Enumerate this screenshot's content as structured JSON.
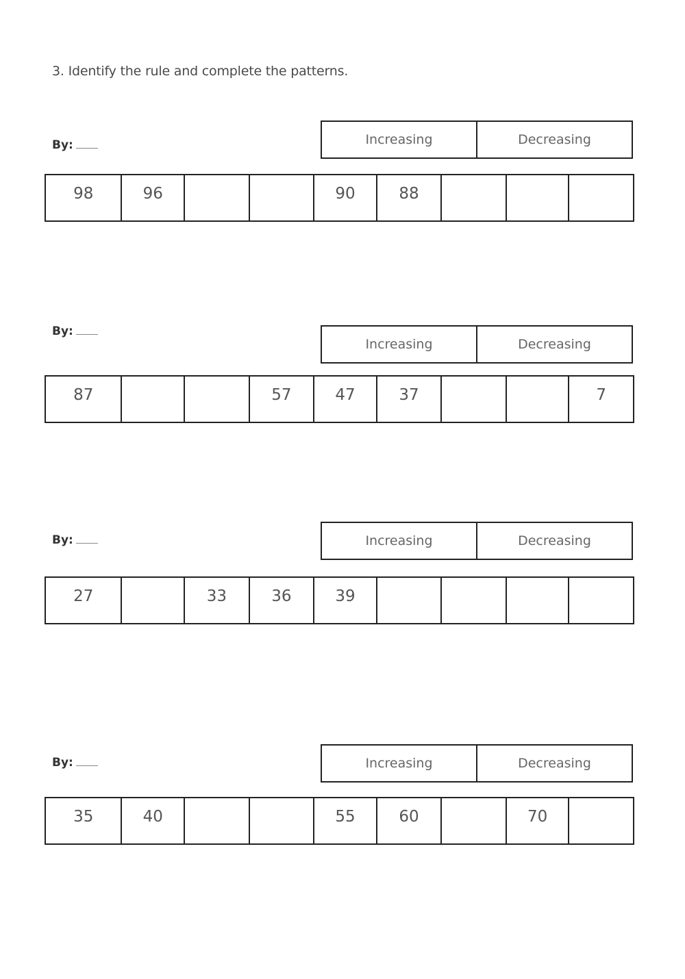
{
  "title": "3. Identify the rule and complete the patterns.",
  "patterns": [
    {
      "by_label": "By:",
      "options": [
        "Increasing",
        "Decreasing"
      ],
      "cells": [
        "98",
        "96",
        "",
        "",
        "90",
        "88",
        "",
        "",
        ""
      ]
    },
    {
      "by_label": "By:",
      "options": [
        "Increasing",
        "Decreasing"
      ],
      "cells": [
        "87",
        "",
        "",
        "57",
        "47",
        "37",
        "",
        "",
        "7"
      ]
    },
    {
      "by_label": "By:",
      "options": [
        "Increasing",
        "Decreasing"
      ],
      "cells": [
        "27",
        "",
        "33",
        "36",
        "39",
        "",
        "",
        "",
        ""
      ]
    },
    {
      "by_label": "By:",
      "options": [
        "Increasing",
        "Decreasing"
      ],
      "cells": [
        "35",
        "40",
        "",
        "",
        "55",
        "60",
        "",
        "70",
        ""
      ]
    }
  ]
}
